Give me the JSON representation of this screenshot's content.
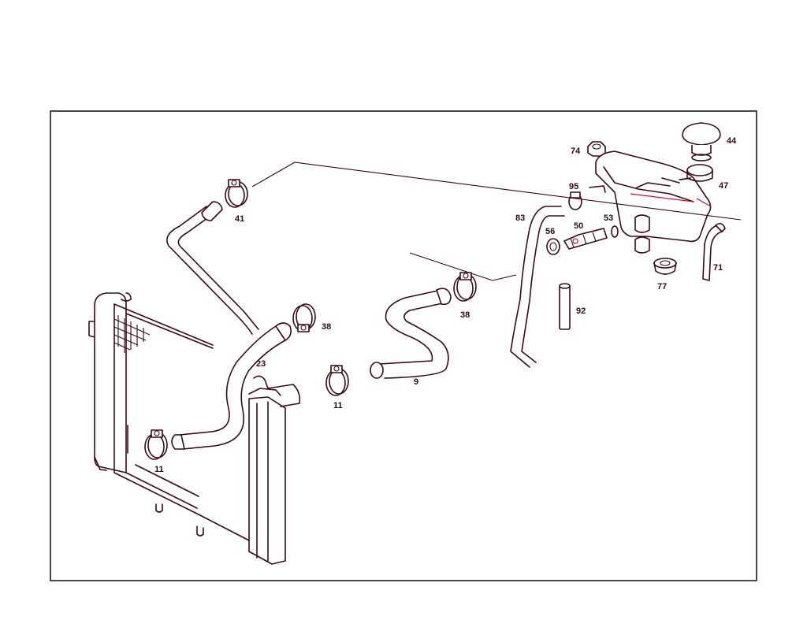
{
  "diagram": {
    "labels": {
      "p41": "41",
      "p38a": "38",
      "p38b": "38",
      "p23": "23",
      "p9": "9",
      "p11a": "11",
      "p11b": "11",
      "p83": "83",
      "p74": "74",
      "p95": "95",
      "p44": "44",
      "p47": "47",
      "p56": "56",
      "p50": "50",
      "p53": "53",
      "p77": "77",
      "p71": "71",
      "p92": "92"
    },
    "colors": {
      "line": "#3a0a12",
      "frame": "#1a1a1a",
      "accent": "#c8102e"
    }
  }
}
